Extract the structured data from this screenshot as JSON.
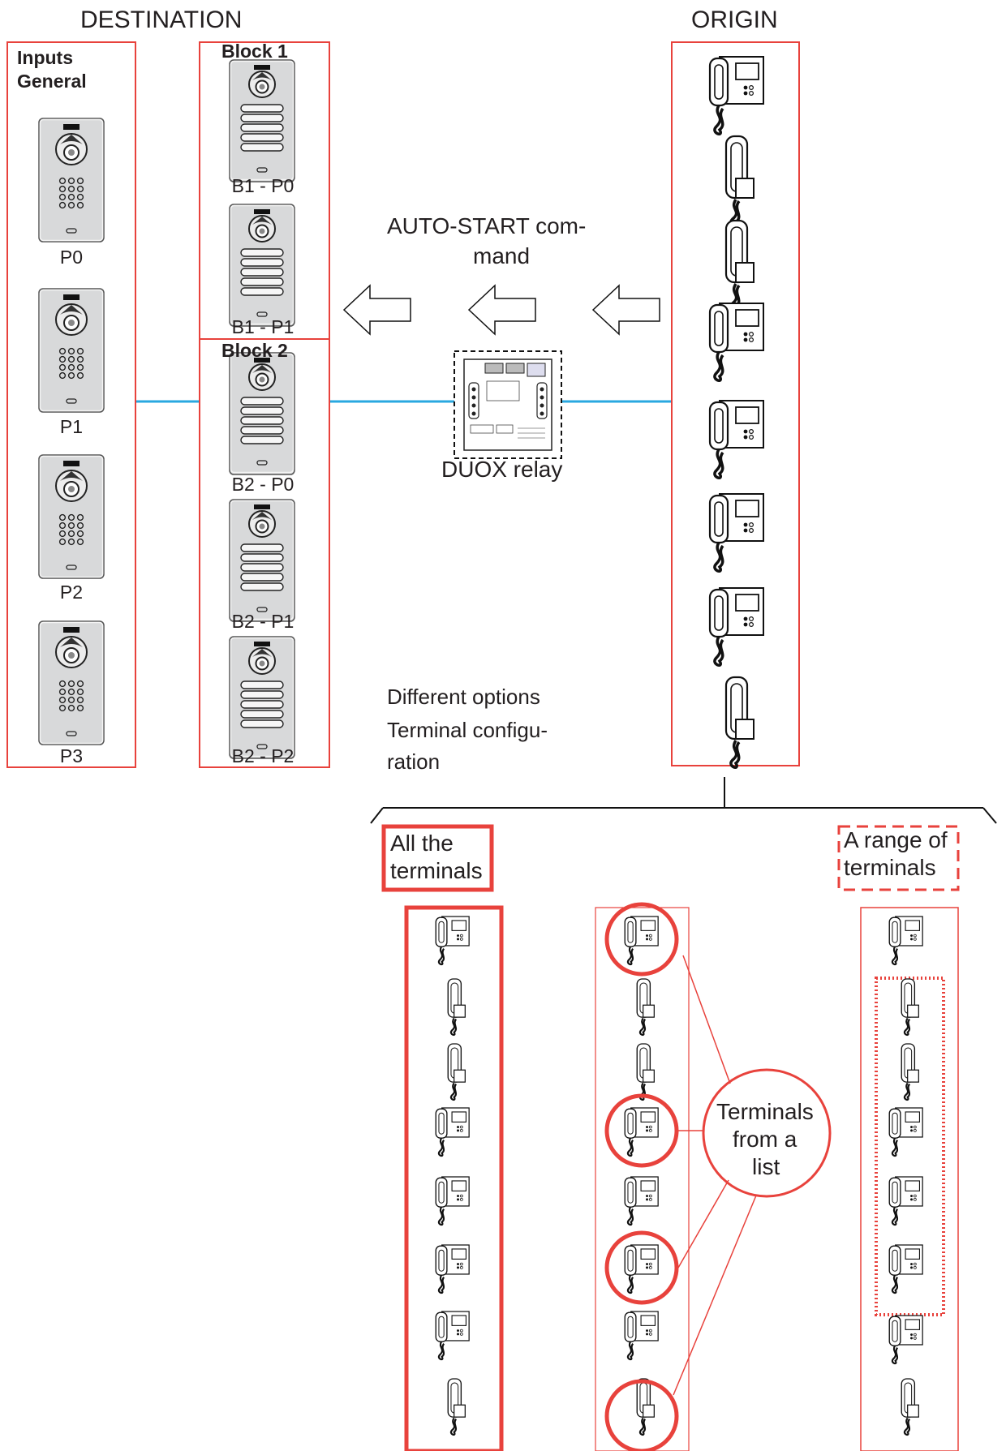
{
  "headers": {
    "destination": "DESTINATION",
    "origin": "ORIGIN"
  },
  "inputs_general": {
    "line1": "Inputs",
    "line2": "General"
  },
  "blocks": {
    "block1": "Block 1",
    "block2": "Block 2"
  },
  "panel_labels": {
    "p0": "P0",
    "p1": "P1",
    "p2": "P2",
    "p3": "P3",
    "b1p0": "B1 - P0",
    "b1p1": "B1 - P1",
    "b2p0": "B2 - P0",
    "b2p1": "B2 - P1",
    "b2p2": "B2 - P2"
  },
  "autostart": {
    "line1": "AUTO-START com-",
    "line2": "mand"
  },
  "relay": {
    "label": "DUOX relay"
  },
  "options": {
    "line1": "Different options",
    "line2": "Terminal configu-",
    "line3": "ration"
  },
  "branches": {
    "all": {
      "line1": "All the",
      "line2": "terminals"
    },
    "range": {
      "line1": "A range of",
      "line2": "terminals"
    },
    "list": {
      "line1": "Terminals",
      "line2": "from a",
      "line3": "list"
    }
  },
  "colors": {
    "frame": "#e8423c",
    "bus_line": "#29a8e0",
    "ink": "#231f20",
    "panel": "#d9dadb"
  }
}
